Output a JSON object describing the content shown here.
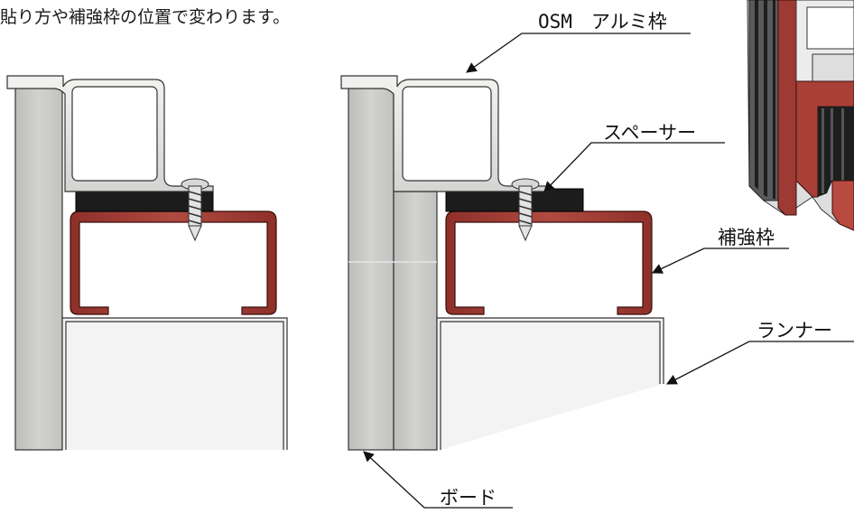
{
  "caption": "貼り方や補強枠の位置で変わります。",
  "labels": {
    "osm_frame": "OSM　アルミ枠",
    "spacer": "スペーサー",
    "reinforcement_frame": "補強枠",
    "runner": "ランナー",
    "board": "ボード"
  },
  "colors": {
    "board": "#c7c7c5",
    "aluminum": "#e6e6e4",
    "reinforcement": "#a8413a",
    "spacer": "#1c1c1c",
    "runner": "#f1f1f1",
    "leader": "#111111"
  }
}
